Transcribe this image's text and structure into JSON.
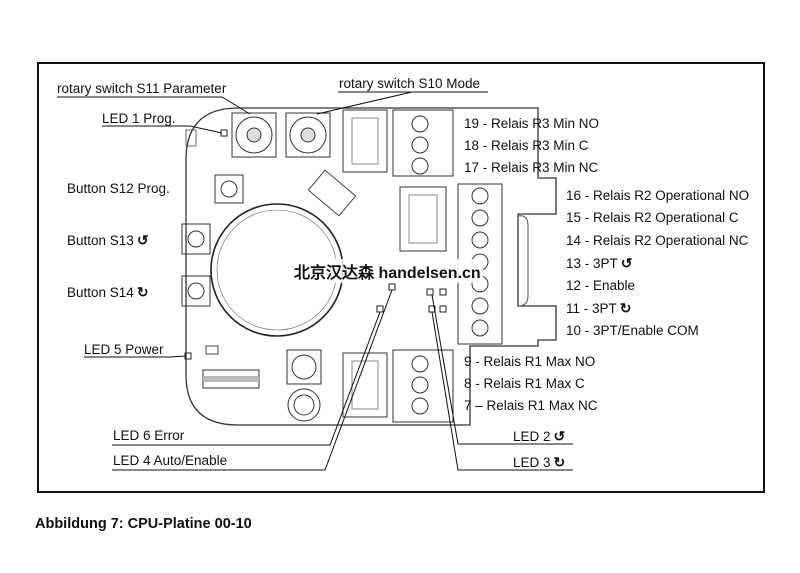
{
  "labels": {
    "s11": "rotary switch S11 Parameter",
    "s10": "rotary switch S10 Mode",
    "led1": "LED 1 Prog.",
    "s12": "Button S12 Prog.",
    "s13": "Button S13",
    "s14": "Button S14",
    "led5": "LED 5 Power",
    "led6": "LED 6 Error",
    "led4": "LED 4 Auto/Enable",
    "led2": "LED 2",
    "led3": "LED 3"
  },
  "terminals": {
    "t19": "19 - Relais R3 Min NO",
    "t18": "18 - Relais R3 Min C",
    "t17": "17 - Relais R3 Min NC",
    "t16": "16 - Relais R2 Operational NO",
    "t15": "15 - Relais R2 Operational C",
    "t14": "14 - Relais R2 Operational NC",
    "t13": "13 - 3PT",
    "t12": "12 - Enable",
    "t11": "11 - 3PT",
    "t10": "10 - 3PT/Enable COM",
    "t9": "9 - Relais R1 Max NO",
    "t8": "8 - Relais R1 Max C",
    "t7": "7 – Relais R1 Max NC"
  },
  "icons": {
    "ccw": "↺",
    "cw": "↻"
  },
  "watermark": "北京汉达森 handelsen.cn",
  "caption": "Abbildung 7: CPU-Platine 00-10"
}
